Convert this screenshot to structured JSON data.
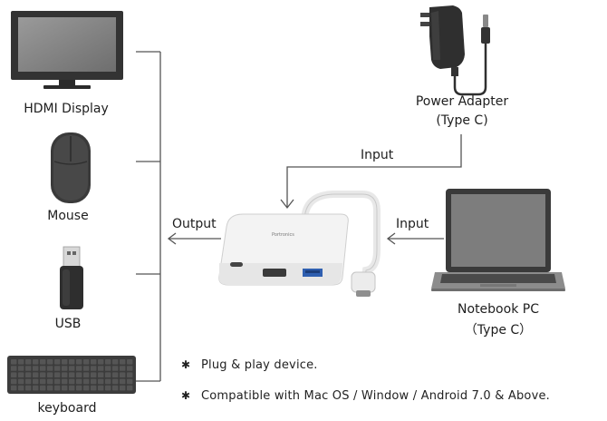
{
  "devices": {
    "hdmi_display": "HDMI Display",
    "mouse": "Mouse",
    "usb": "USB",
    "keyboard": "keyboard"
  },
  "power_adapter": {
    "line1": "Power Adapter",
    "line2": "(Type C)"
  },
  "notebook": {
    "line1": "Notebook PC",
    "line2": "（Type C）"
  },
  "hub_logo": "Portronics",
  "labels": {
    "input_top": "Input",
    "input_right": "Input",
    "output": "Output"
  },
  "features": {
    "marker": "✱",
    "items": [
      "Plug & play device.",
      "Compatible with Mac OS / Window / Android 7.0 & Above."
    ]
  },
  "colors": {
    "line": "#555555",
    "device_dark": "#2f2f2f",
    "hub": "#f2f2f2"
  }
}
